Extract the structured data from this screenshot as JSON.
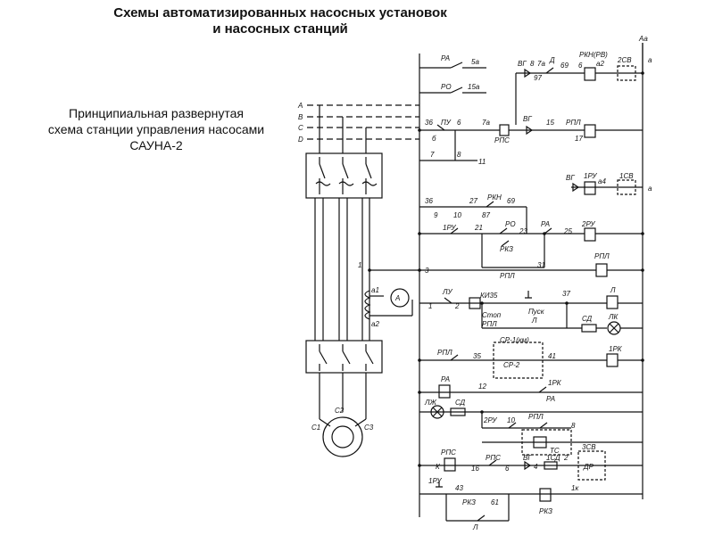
{
  "title": {
    "line1": "Схемы автоматизированных насосных установок",
    "line2": "и насосных станций"
  },
  "caption": {
    "line1": "Принципиальная развернутая",
    "line2": "схема станции управления насосами",
    "line3": "САУНА-2"
  },
  "labels": {
    "phaseA": "А",
    "phaseB": "В",
    "phaseC": "С",
    "phaseD": "D",
    "a1": "а1",
    "a2": "а2",
    "ammeter": "А",
    "c1": "С1",
    "c2": "С2",
    "c3": "С3",
    "node_ab": "Аа",
    "node1": "1",
    "node3": "3",
    "ra1": "РА",
    "n5a": "5а",
    "ro1": "РО",
    "n15a": "15а",
    "vg_top": "ВГ",
    "n8": "8",
    "n7a": "7а",
    "d_top": "Д",
    "n69": "69",
    "rkn_rv": "РКН(РВ)",
    "n6_top": "6",
    "a2_top": "а2",
    "n2sv": "2СВ",
    "a_top": "а",
    "n7": "7",
    "n97": "97",
    "n36a": "36",
    "pu": "ПУ",
    "n6": "6",
    "n7a2": "7а",
    "rps": "РПС",
    "n6b": "б",
    "vg_mid": "ВГ",
    "n15": "15",
    "rpl_top": "РПЛ",
    "n17": "17",
    "n8b": "8",
    "n11": "11",
    "n7b": "7",
    "vg_r": "ВГ",
    "n1ru": "1РУ",
    "a4": "а4",
    "n1sv": "1СВ",
    "a_r": "а",
    "n36b": "36",
    "n9": "9",
    "n27": "27",
    "rkn": "РКН",
    "n69b": "69",
    "n10": "10",
    "n87": "87",
    "n1ru_l": "1РУ",
    "n21": "21",
    "ro2": "РО",
    "n23": "23",
    "ra2": "РА",
    "n25": "25",
    "n2ru": "2РУ",
    "rkz": "РКЗ",
    "rpl2": "РПЛ",
    "n31": "31",
    "rpl3": "РПЛ",
    "lu": "ЛУ",
    "n2": "2",
    "n1": "1",
    "ki35": "КИ35",
    "pusk": "Пуск",
    "n37": "37",
    "l1": "Л",
    "stop": "Стоп",
    "rpl4": "РПЛ",
    "l2": "Л",
    "sd": "СД",
    "lk": "ЛК",
    "rpl5": "РПЛ",
    "n35": "35",
    "sr1": "СР-1(км)",
    "sr2": "СР-2",
    "n41": "41",
    "n1rk": "1РК",
    "ra3": "РА",
    "n12": "12",
    "n1rk2": "1РК",
    "ra4": "РА",
    "lzh": "ЛЖ",
    "sd2": "СД",
    "n2ru2": "2РУ",
    "n10b": "10",
    "rpl6": "РПЛ",
    "n8c": "8",
    "ts": "ТС",
    "rps2": "РПС",
    "n3sv": "3СВ",
    "k": "К",
    "n16": "16",
    "rps3": "РПС",
    "n6c": "6",
    "vg3": "ВГ",
    "n4": "4",
    "n1sd": "1СД",
    "n2b": "2",
    "dr": "ДР",
    "n1ru3": "1РУ",
    "n43": "43",
    "rkz2": "РКЗ",
    "n1k": "1к",
    "rkz3": "РКЗ",
    "n61": "61",
    "l3": "Л"
  }
}
